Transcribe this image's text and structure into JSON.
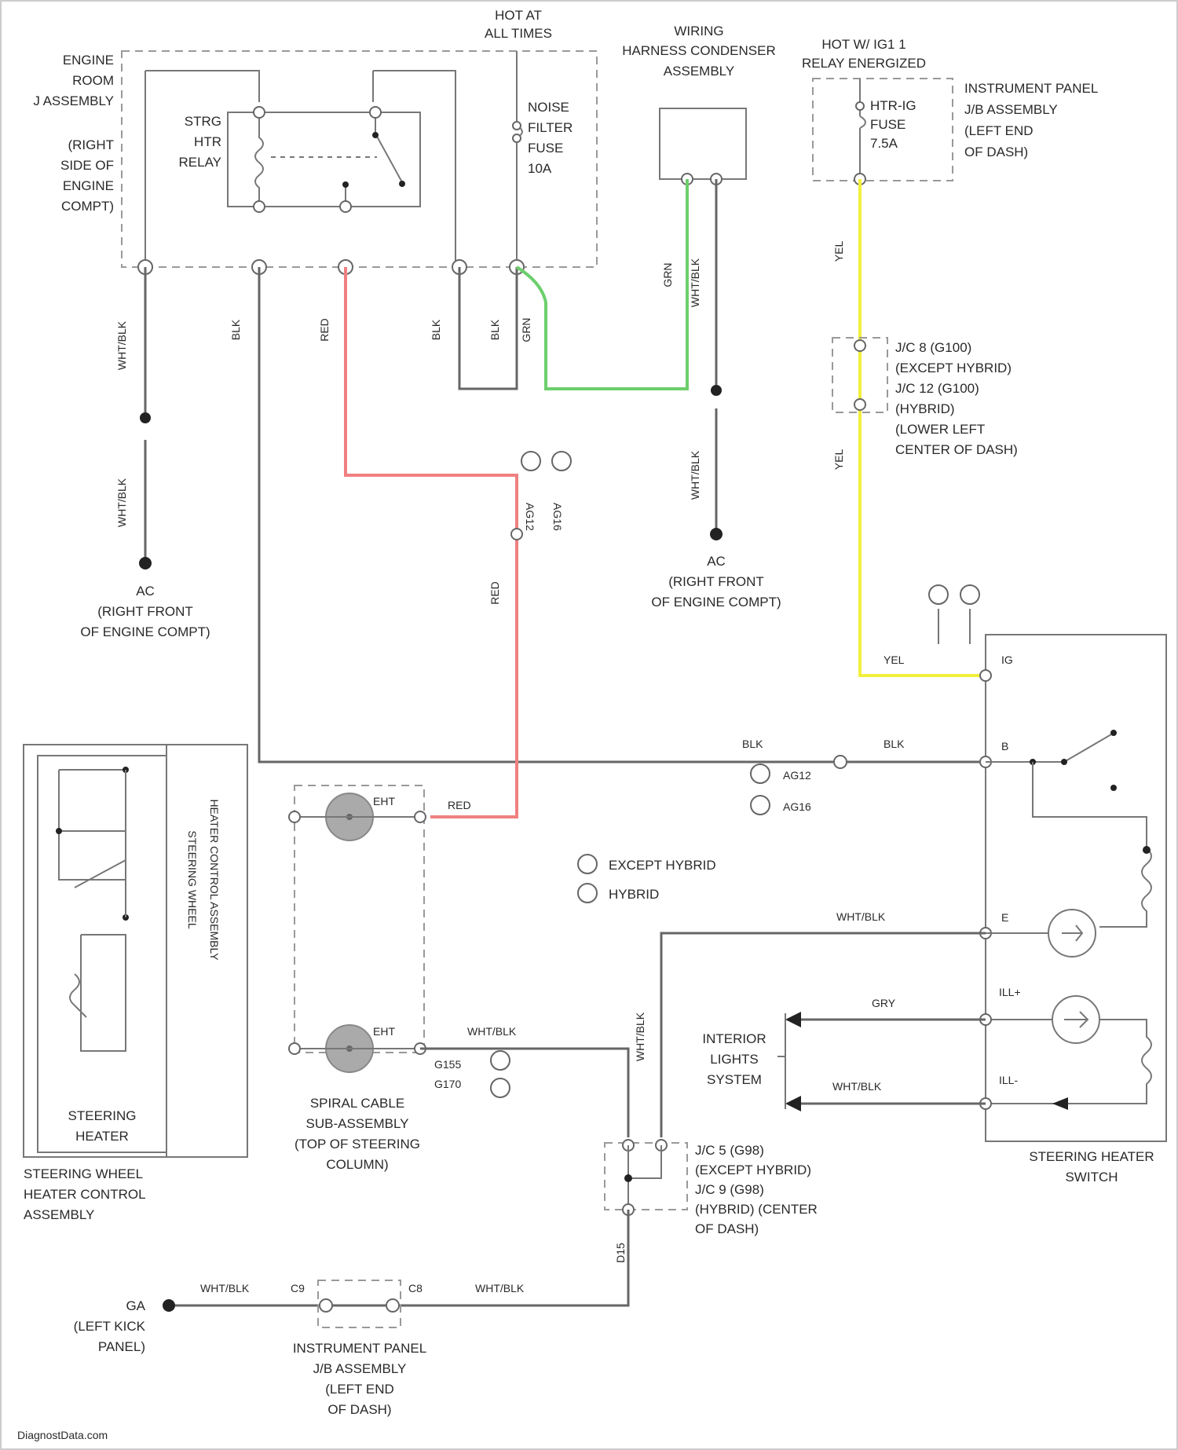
{
  "footer": "DiagnostData.com",
  "colors": {
    "red": "#f08080",
    "green": "#6ccf6c",
    "yellow": "#f2ef3c",
    "wire": "#666666"
  },
  "labels": {
    "hot_at_all_times": [
      "HOT AT",
      "ALL TIMES"
    ],
    "hot_ig": [
      "HOT W/ IG1 1",
      "RELAY ENERGIZED"
    ],
    "engine_room_jb": [
      "ENGINE",
      "ROOM",
      "J ASSEMBLY"
    ],
    "engine_room_loc": [
      "(RIGHT",
      "SIDE OF",
      "ENGINE",
      "COMPT)"
    ],
    "strg_htr_relay": [
      "STRG",
      "HTR",
      "RELAY"
    ],
    "noise_filter_fuse": [
      "NOISE",
      "FILTER",
      "FUSE",
      "10A"
    ],
    "harness_condenser": [
      "WIRING",
      "HARNESS CONDENSER",
      "ASSEMBLY"
    ],
    "htr_ig_fuse": [
      "HTR-IG",
      "FUSE",
      "7.5A"
    ],
    "ip_jb_top": [
      "INSTRUMENT PANEL",
      "J/B ASSEMBLY",
      "(LEFT END",
      "OF DASH)"
    ],
    "jc_top": [
      "J/C 8 (G100)",
      "(EXCEPT HYBRID)",
      "J/C 12 (G100)",
      "(HYBRID)",
      "(LOWER LEFT",
      "CENTER OF DASH)"
    ],
    "ground_left": [
      "AC",
      "(RIGHT FRONT",
      "OF ENGINE COMPT)"
    ],
    "ground_mid": [
      "AC",
      "(RIGHT FRONT",
      "OF ENGINE COMPT)"
    ],
    "except_hybrid": "EXCEPT HYBRID",
    "hybrid": "HYBRID",
    "steering_heater": [
      "STEERING",
      "HEATER"
    ],
    "swhca_vertical": [
      "STEERING WHEEL",
      "HEATER CONTROL ASSEMBLY"
    ],
    "swhca_bottom": [
      "STEERING WHEEL",
      "HEATER CONTROL",
      "ASSEMBLY"
    ],
    "spiral_cable": [
      "SPIRAL CABLE",
      "SUB-ASSEMBLY",
      "(TOP OF STEERING",
      "COLUMN)"
    ],
    "interior_lights": [
      "INTERIOR",
      "LIGHTS",
      "SYSTEM"
    ],
    "steering_heater_switch": [
      "STEERING HEATER",
      "SWITCH"
    ],
    "jc_bottom": [
      "J/C 5 (G98)",
      "(EXCEPT HYBRID)",
      "J/C 9 (G98)",
      "(HYBRID) (CENTER",
      "OF DASH)"
    ],
    "ground_bottom": [
      "GA",
      "(LEFT KICK",
      "PANEL)"
    ],
    "ip_jb_bottom": [
      "INSTRUMENT PANEL",
      "J/B ASSEMBLY",
      "(LEFT END",
      "OF DASH)"
    ]
  },
  "wires": {
    "wht_blk": "WHT/BLK",
    "blk": "BLK",
    "red": "RED",
    "grn": "GRN",
    "yel": "YEL",
    "gry": "GRY"
  },
  "connectors": {
    "ag12": "AG12",
    "ag16": "AG16",
    "g155": "G155",
    "g170": "G170",
    "ehtl": "EHT",
    "ehtb": "EHT",
    "c9": "C9",
    "c8": "C8",
    "d15": "D15",
    "ig": "IG",
    "b": "B",
    "e": "E",
    "illp": "ILL+",
    "illm": "ILL-"
  }
}
